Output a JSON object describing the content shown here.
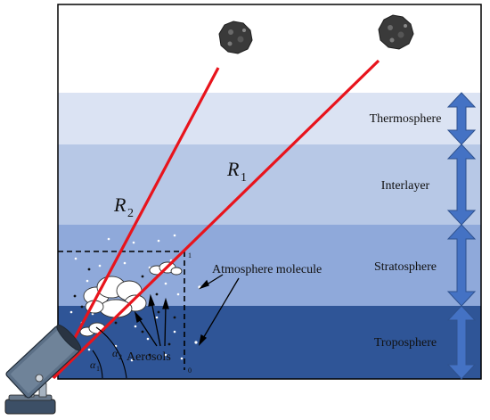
{
  "layers": [
    {
      "name": "Thermosphere",
      "color": "#dbe3f3"
    },
    {
      "name": "Interlayer",
      "color": "#b7c8e6"
    },
    {
      "name": "Stratosphere",
      "color": "#8fa9da"
    },
    {
      "name": "Troposphere",
      "color": "#2f5597"
    }
  ],
  "ranges": {
    "r1": "R",
    "r1_sub": "1",
    "r2": "R",
    "r2_sub": "2"
  },
  "angles": {
    "a1": "α",
    "a1_sub": "1",
    "a2": "α",
    "a2_sub": "2"
  },
  "annotations": {
    "molecule": "Atmosphere molecule",
    "aerosols": "Aerosols",
    "box_top_tick": "1",
    "box_bottom_tick": "0"
  },
  "colors": {
    "beam": "#e8141c",
    "arrow_fill": "#4472c4",
    "arrow_stroke": "#2f528f",
    "frame": "#000000"
  },
  "icons": {
    "meteor": "meteor-icon",
    "telescope": "telescope-icon",
    "cloud": "cloud-icon"
  }
}
